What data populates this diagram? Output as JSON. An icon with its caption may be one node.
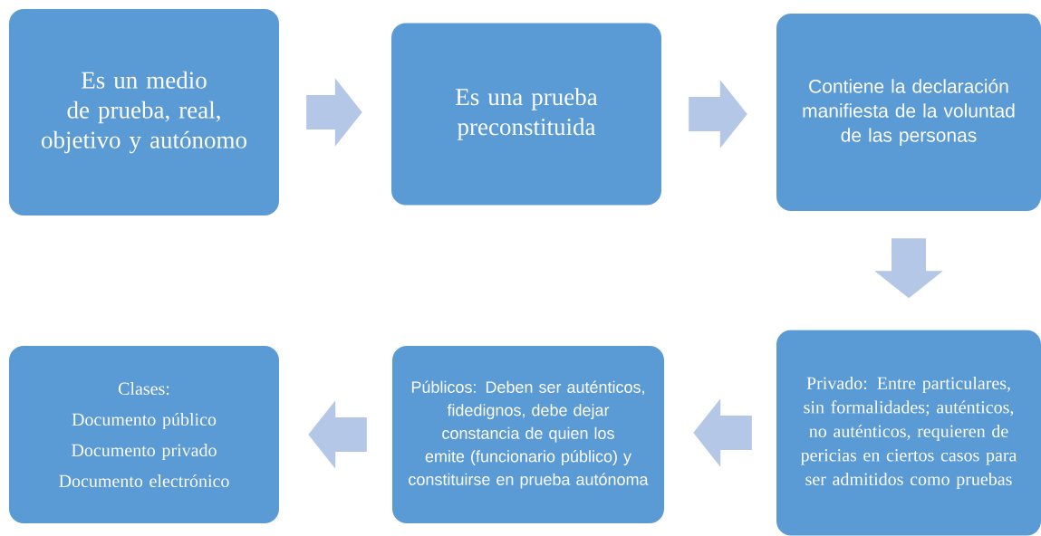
{
  "diagram": {
    "nodes": [
      {
        "text": [
          "Es un medio de prueba, real, objetivo y autónomo"
        ]
      },
      {
        "text": [
          "Es una prueba preconstituida"
        ]
      },
      {
        "text": [
          "Contiene la declaración manifiesta de la voluntad de las personas"
        ]
      },
      {
        "text": [
          "Privado: Entre particulares, sin formalidades; auténticos, no auténticos, requieren de pericias en ciertos casos para ser admitidos como pruebas"
        ]
      },
      {
        "text": [
          "Públicos: Deben ser auténticos, fidedignos, debe dejar constancia de quien los emite (funcionario público) y constituirse en prueba autónoma"
        ]
      },
      {
        "text": [
          "Clases:",
          "Documento público",
          "Documento privado",
          "Documento electrónico"
        ]
      }
    ],
    "edges": [
      {
        "from": 0,
        "to": 1,
        "arrow": "to"
      },
      {
        "from": 1,
        "to": 2,
        "arrow": "to"
      },
      {
        "from": 2,
        "to": 3,
        "arrow": "to"
      },
      {
        "from": 3,
        "to": 4,
        "arrow": "to"
      },
      {
        "from": 4,
        "to": 5,
        "arrow": "to"
      }
    ]
  }
}
